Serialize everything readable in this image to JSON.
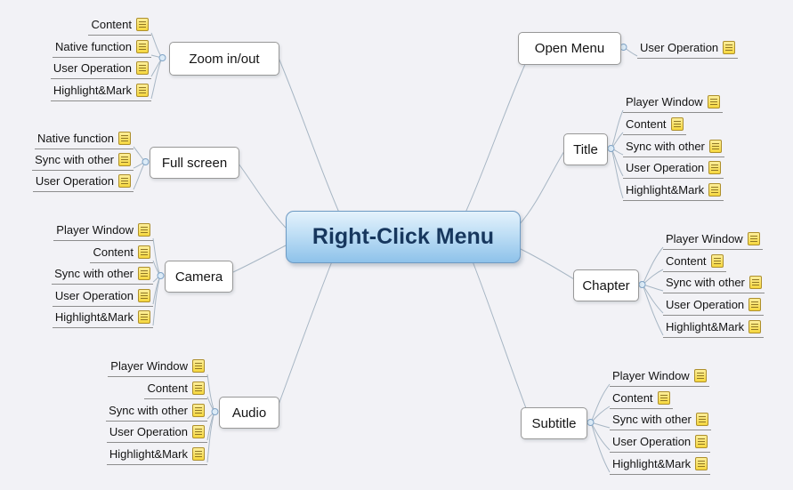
{
  "root": {
    "label": "Right-Click Menu"
  },
  "branches": [
    {
      "label": "Zoom in/out",
      "children": [
        "Content",
        "Native function",
        "User Operation",
        "Highlight&Mark"
      ]
    },
    {
      "label": "Open Menu",
      "children": [
        "User Operation"
      ]
    },
    {
      "label": "Title",
      "children": [
        "Player Window",
        "Content",
        "Sync with other",
        "User Operation",
        "Highlight&Mark"
      ]
    },
    {
      "label": "Full screen",
      "children": [
        "Native function",
        "Sync with other",
        "User Operation"
      ]
    },
    {
      "label": "Camera",
      "children": [
        "Player Window",
        "Content",
        "Sync with other",
        "User Operation",
        "Highlight&Mark"
      ]
    },
    {
      "label": "Chapter",
      "children": [
        "Player Window",
        "Content",
        "Sync with other",
        "User Operation",
        "Highlight&Mark"
      ]
    },
    {
      "label": "Audio",
      "children": [
        "Player Window",
        "Content",
        "Sync with other",
        "User Operation",
        "Highlight&Mark"
      ]
    },
    {
      "label": "Subtitle",
      "children": [
        "Player Window",
        "Content",
        "Sync with other",
        "User Operation",
        "Highlight&Mark"
      ]
    }
  ],
  "icons": {
    "note": "notes-icon"
  },
  "colors": {
    "background": "#f2f2f6",
    "root_fill": "#8ec2ea",
    "root_border": "#6d9ac3",
    "root_text": "#17375e",
    "topic_border": "#989898",
    "connector": "#a7b6c4",
    "note_yellow": "#f6d73e"
  }
}
